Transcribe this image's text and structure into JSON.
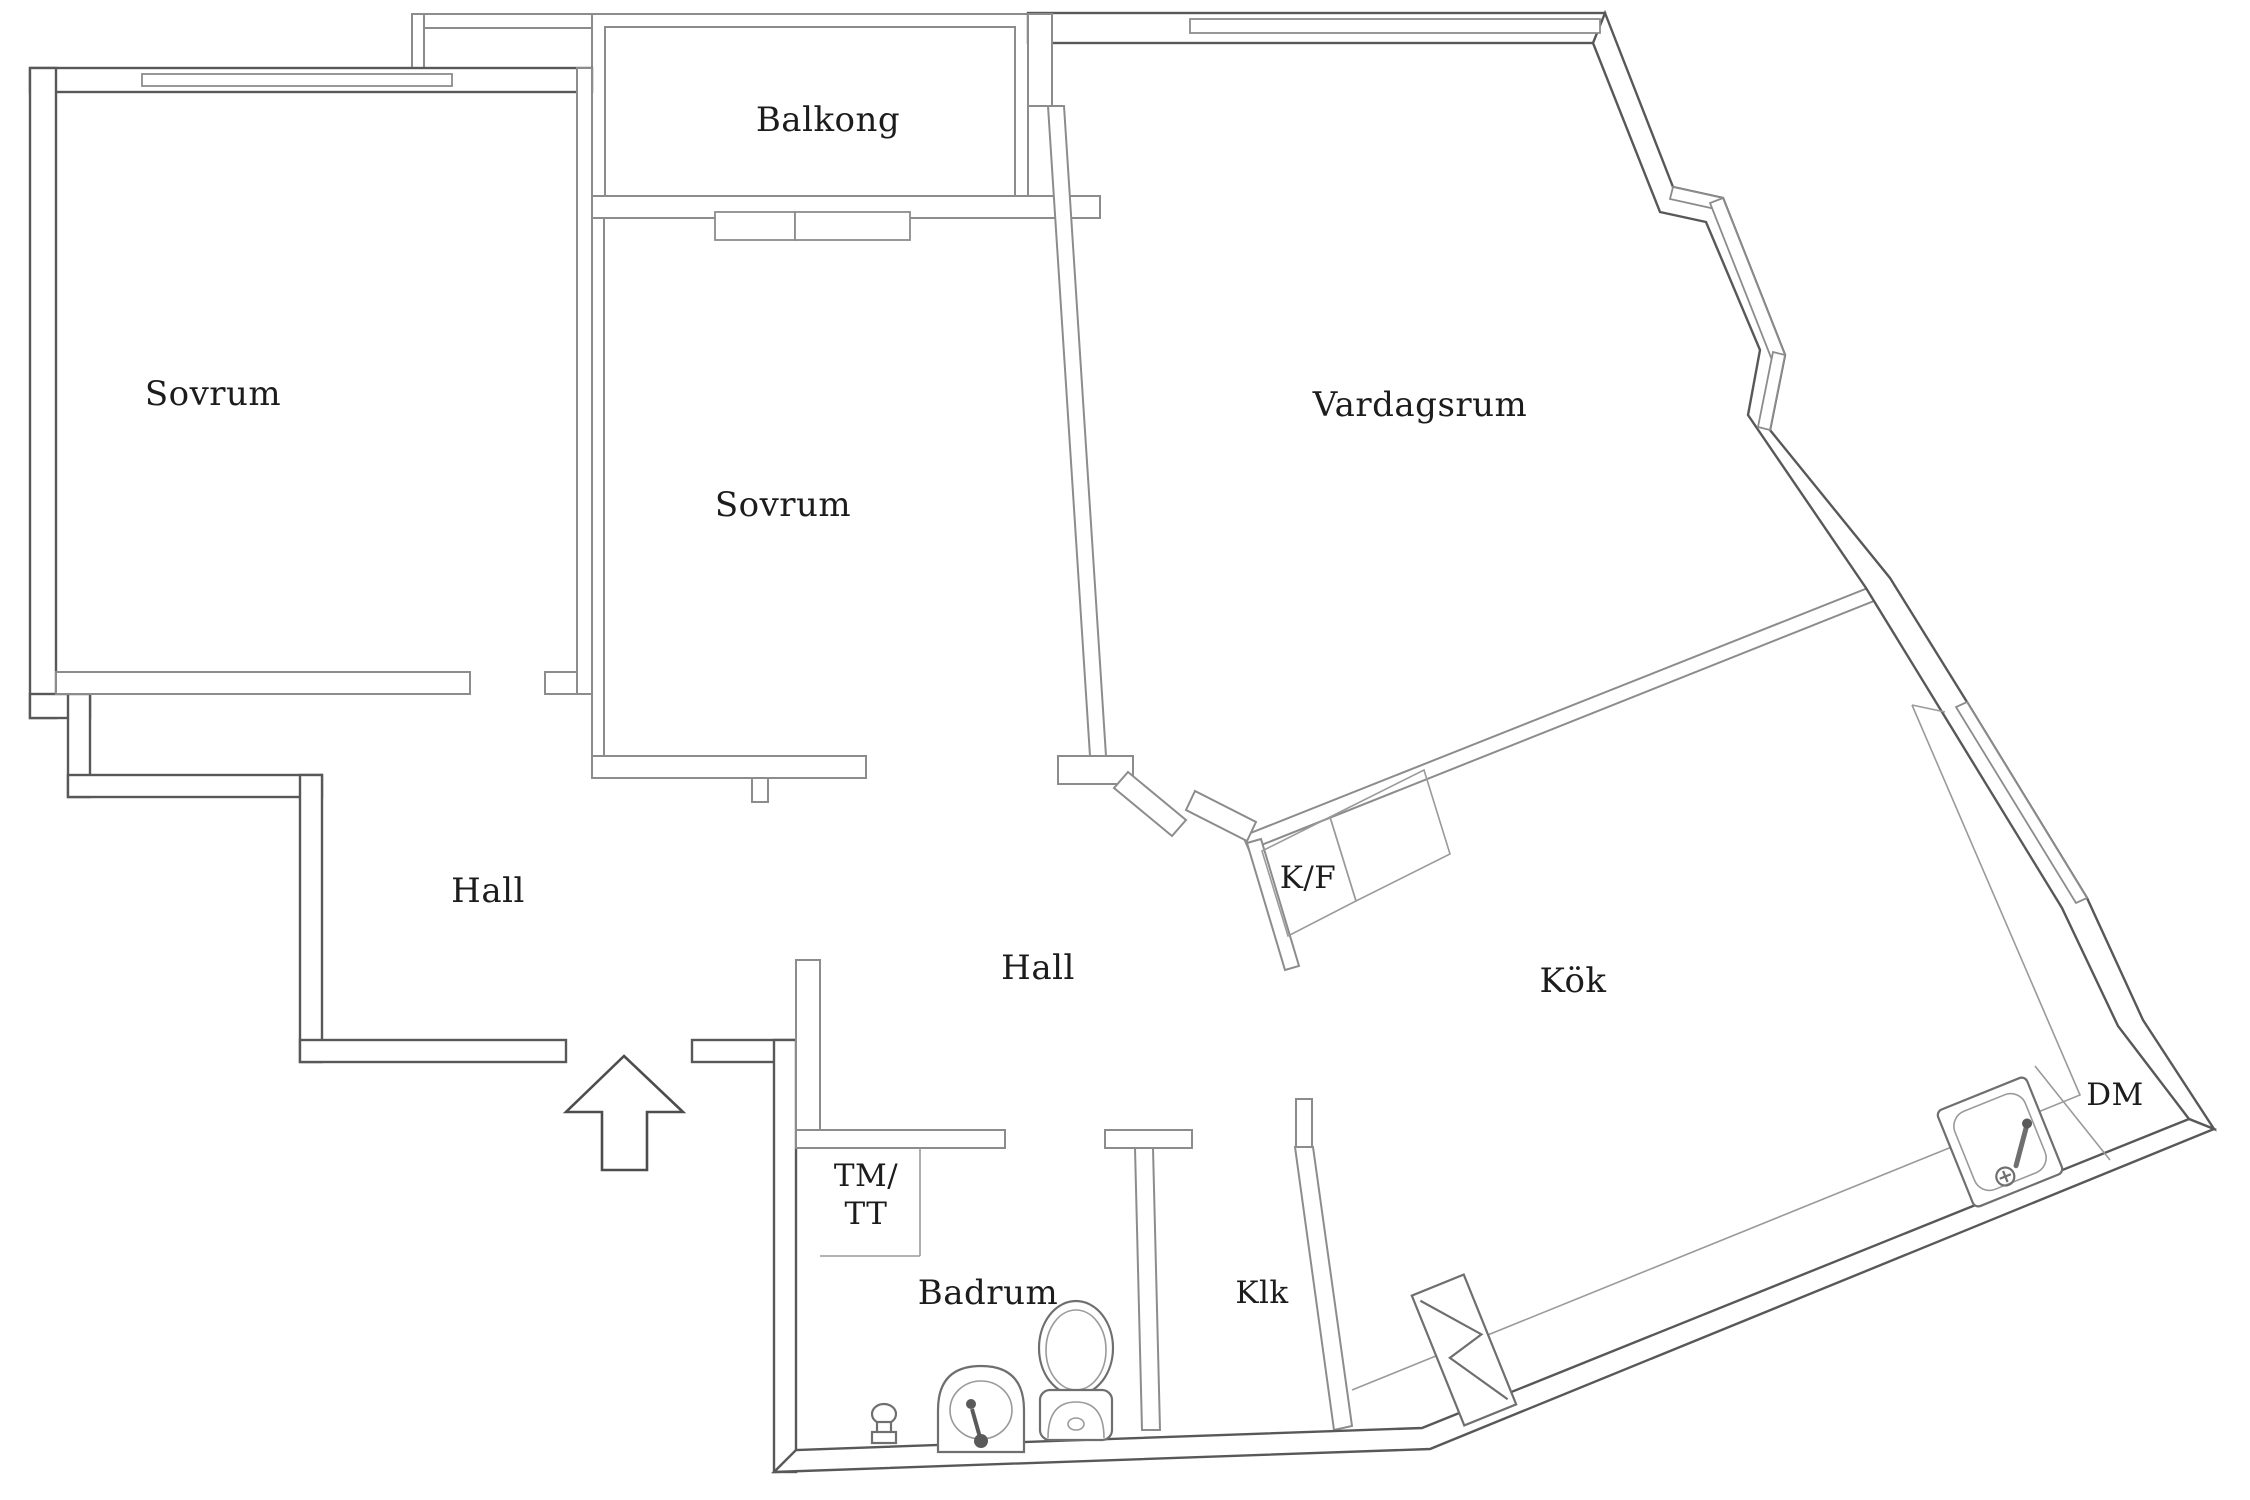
{
  "page": {
    "background": "#ffffff"
  },
  "plan": {
    "type": "apartment-floor-plan",
    "language": "sv",
    "colors": {
      "wall_line": "#8c8c8c",
      "outer_wall_line": "#585858",
      "fixture_line": "#6f6f6f",
      "text": "#1c1c1c",
      "background": "#ffffff"
    },
    "rooms": [
      {
        "id": "balkong",
        "label": "Balkong"
      },
      {
        "id": "sovrum-left",
        "label": "Sovrum"
      },
      {
        "id": "sovrum-middle",
        "label": "Sovrum"
      },
      {
        "id": "vardagsrum",
        "label": "Vardagsrum"
      },
      {
        "id": "hall-left",
        "label": "Hall"
      },
      {
        "id": "hall-center",
        "label": "Hall"
      },
      {
        "id": "kok",
        "label": "Kök"
      },
      {
        "id": "badrum",
        "label": "Badrum"
      },
      {
        "id": "klk",
        "label": "Klk"
      }
    ],
    "labels": {
      "kf": "K/F",
      "dm": "DM",
      "tm": "TM/",
      "tt": "TT"
    },
    "fixtures": [
      "entry-arrow",
      "toilet",
      "bathroom-sink",
      "shower-head",
      "washer-dryer-niche (TM/TT)",
      "fridge-freezer-cabinets (K/F)",
      "dishwasher-area (DM)",
      "kitchen-sink",
      "stove-zigzag-symbol",
      "kitchen-counter",
      "door-leaf-bedroom",
      "door-leaf-livingroom",
      "bay-window"
    ]
  }
}
